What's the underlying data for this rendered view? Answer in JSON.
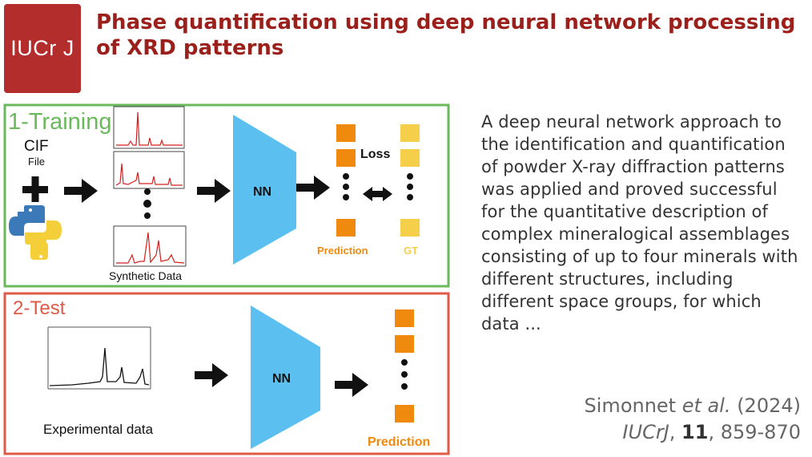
{
  "logo": {
    "text": "IUCr J"
  },
  "title": "Phase quantification using deep neural network processing of XRD patterns",
  "figure": {
    "training": {
      "label": "1-Training",
      "cif_title": "CIF",
      "cif_sub": "File",
      "synthetic_label": "Synthetic Data",
      "nn_label": "NN",
      "loss_label": "Loss",
      "prediction_label": "Prediction",
      "gt_label": "GT"
    },
    "test": {
      "label": "2-Test",
      "experimental_label": "Experimental data",
      "nn_label": "NN",
      "prediction_label": "Prediction"
    },
    "colors": {
      "training_border": "#6ab95a",
      "test_border": "#e05a48",
      "nn_fill": "#5bc0f0",
      "prediction_fill": "#f08a0e",
      "gt_fill": "#f5cf4a",
      "spectrum_line": "#d62020"
    }
  },
  "abstract": "A deep neural network approach to the identification and quantification of powder X-ray diffraction patterns was applied and proved successful for the quantitative description of complex mineralogical assemblages consisting of up to four minerals with different structures, including different space groups, for which data ...",
  "citation": {
    "authors": "Simonnet",
    "etal": "et al.",
    "year": "(2024)",
    "journal": "IUCrJ",
    "volume": "11",
    "pages": ", 859-870"
  }
}
